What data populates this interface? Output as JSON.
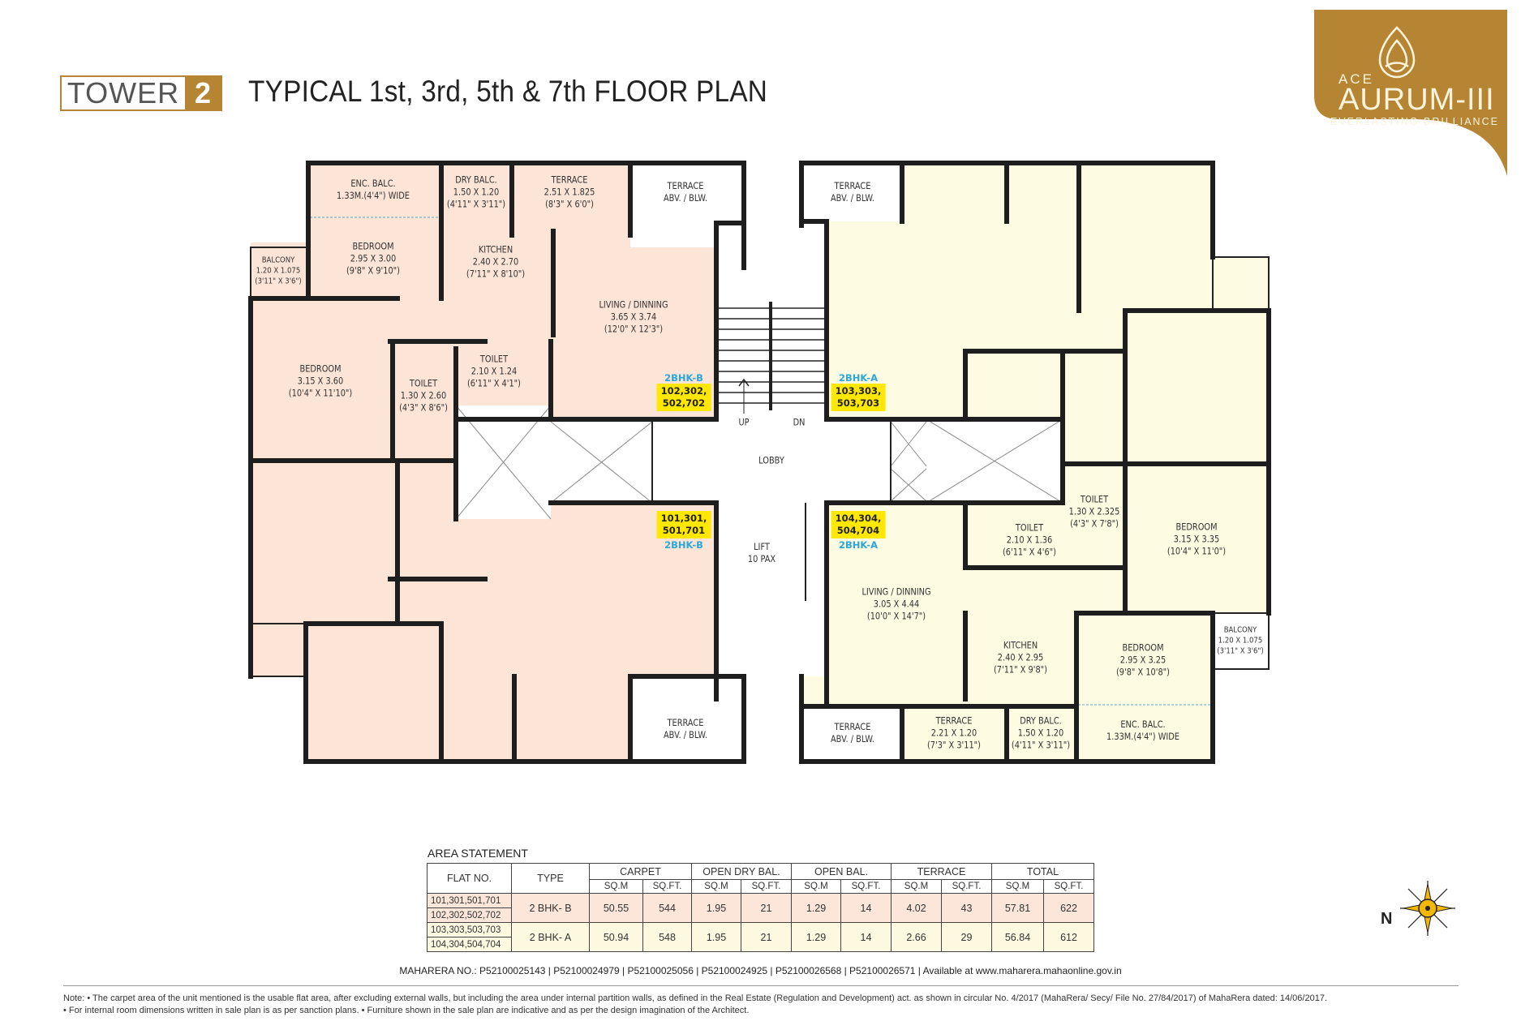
{
  "header": {
    "tower_label": "TOWER",
    "tower_number": "2",
    "title": "TYPICAL 1st, 3rd, 5th & 7th FLOOR PLAN"
  },
  "logo": {
    "prefix": "ACE",
    "name": "AURUM-III",
    "tagline": "EVERLASTING BRILLIANCE",
    "brand_color": "#b58534",
    "icon": "flame-drop-icon"
  },
  "plan": {
    "colors": {
      "unit_b": "#fce4d6",
      "unit_a": "#fdfbe1",
      "flat_highlight": "#ffe800",
      "type_tag": "#2aa7d6"
    },
    "left_unit": [
      {
        "name": "ENC. BALC.",
        "dims": "1.33M.(4'4\") WIDE",
        "imperial": ""
      },
      {
        "name": "DRY BALC.",
        "dims": "1.50 X 1.20",
        "imperial": "(4'11\" X 3'11\")"
      },
      {
        "name": "TERRACE",
        "dims": "2.51 X 1.825",
        "imperial": "(8'3\" X 6'0\")"
      },
      {
        "name": "TERRACE",
        "dims": "ABV. / BLW.",
        "imperial": ""
      },
      {
        "name": "BEDROOM",
        "dims": "2.95 X 3.00",
        "imperial": "(9'8\" X 9'10\")"
      },
      {
        "name": "KITCHEN",
        "dims": "2.40 X 2.70",
        "imperial": "(7'11\" X 8'10\")"
      },
      {
        "name": "BALCONY",
        "dims": "1.20 X 1.075",
        "imperial": "(3'11\" X 3'6\")"
      },
      {
        "name": "LIVING / DINNING",
        "dims": "3.65 X 3.74",
        "imperial": "(12'0\" X 12'3\")"
      },
      {
        "name": "BEDROOM",
        "dims": "3.15 X 3.60",
        "imperial": "(10'4\" X 11'10\")"
      },
      {
        "name": "TOILET",
        "dims": "1.30 X 2.60",
        "imperial": "(4'3\" X 8'6\")"
      },
      {
        "name": "TOILET",
        "dims": "2.10 X 1.24",
        "imperial": "(6'11\" X 4'1\")"
      },
      {
        "name": "TERRACE",
        "dims": "ABV. / BLW.",
        "imperial": ""
      }
    ],
    "core": {
      "up": "UP",
      "dn": "DN",
      "lobby": "LOBBY",
      "lift": "LIFT",
      "lift_cap": "10 PAX"
    },
    "right_unit": [
      {
        "name": "TERRACE",
        "dims": "ABV. / BLW.",
        "imperial": ""
      },
      {
        "name": "TOILET",
        "dims": "1.30 X 2.325",
        "imperial": "(4'3\" X 7'8\")"
      },
      {
        "name": "TOILET",
        "dims": "2.10 X 1.36",
        "imperial": "(6'11\" X 4'6\")"
      },
      {
        "name": "BEDROOM",
        "dims": "3.15 X 3.35",
        "imperial": "(10'4\" X 11'0\")"
      },
      {
        "name": "LIVING / DINNING",
        "dims": "3.05 X 4.44",
        "imperial": "(10'0\" X 14'7\")"
      },
      {
        "name": "KITCHEN",
        "dims": "2.40 X 2.95",
        "imperial": "(7'11\" X 9'8\")"
      },
      {
        "name": "BEDROOM",
        "dims": "2.95 X 3.25",
        "imperial": "(9'8\" X 10'8\")"
      },
      {
        "name": "BALCONY",
        "dims": "1.20 X 1.075",
        "imperial": "(3'11\" X 3'6\")"
      },
      {
        "name": "TERRACE",
        "dims": "ABV. / BLW.",
        "imperial": ""
      },
      {
        "name": "TERRACE",
        "dims": "2.21 X 1.20",
        "imperial": "(7'3\" X 3'11\")"
      },
      {
        "name": "DRY BALC.",
        "dims": "1.50 X 1.20",
        "imperial": "(4'11\" X 3'11\")"
      },
      {
        "name": "ENC. BALC.",
        "dims": "1.33M.(4'4\") WIDE",
        "imperial": ""
      }
    ],
    "flats": [
      {
        "type": "2BHK-B",
        "line1": "102,302,",
        "line2": "502,702"
      },
      {
        "type": "2BHK-A",
        "line1": "103,303,",
        "line2": "503,703"
      },
      {
        "type": "2BHK-B",
        "line1": "101,301,",
        "line2": "501,701"
      },
      {
        "type": "2BHK-A",
        "line1": "104,304,",
        "line2": "504,704"
      }
    ]
  },
  "area_statement": {
    "title": "AREA STATEMENT",
    "headers": {
      "flat_no": "FLAT NO.",
      "type": "TYPE",
      "carpet": "CARPET",
      "open_dry_bal": "OPEN DRY BAL.",
      "open_bal": "OPEN BAL.",
      "terrace": "TERRACE",
      "total": "TOTAL",
      "sqm": "SQ.M",
      "sqft": "SQ.FT."
    },
    "rows": [
      {
        "flats": [
          "101,301,501,701",
          "102,302,502,702"
        ],
        "type": "2 BHK- B",
        "carpet_sqm": "50.55",
        "carpet_sqft": "544",
        "dry_sqm": "1.95",
        "dry_sqft": "21",
        "bal_sqm": "1.29",
        "bal_sqft": "14",
        "terrace_sqm": "4.02",
        "terrace_sqft": "43",
        "total_sqm": "57.81",
        "total_sqft": "622"
      },
      {
        "flats": [
          "103,303,503,703",
          "104,304,504,704"
        ],
        "type": "2 BHK- A",
        "carpet_sqm": "50.94",
        "carpet_sqft": "548",
        "dry_sqm": "1.95",
        "dry_sqft": "21",
        "bal_sqm": "1.29",
        "bal_sqft": "14",
        "terrace_sqm": "2.66",
        "terrace_sqft": "29",
        "total_sqm": "56.84",
        "total_sqft": "612"
      }
    ]
  },
  "compass": {
    "label": "N",
    "icon": "compass-star-icon"
  },
  "footer": {
    "rera": "MAHARERA NO.: P52100025143 | P52100024979 | P52100025056 | P52100024925 | P52100026568 | P52100026571 | Available at www.maharera.mahaonline.gov.in",
    "note1": "Note: • The carpet area of the unit mentioned is the usable flat area, after excluding external walls, but including the area under internal partition walls, as defined in the Real Estate (Regulation and Development) act. as shown in circular No. 4/2017 (MahaRera/ Secy/ File No. 27/84/2017) of MahaRera dated: 14/06/2017.",
    "note2": "• For internal room dimensions written in sale plan is as per sanction plans.  • Furniture shown in the sale plan are indicative and as per the design imagination of the Architect."
  }
}
